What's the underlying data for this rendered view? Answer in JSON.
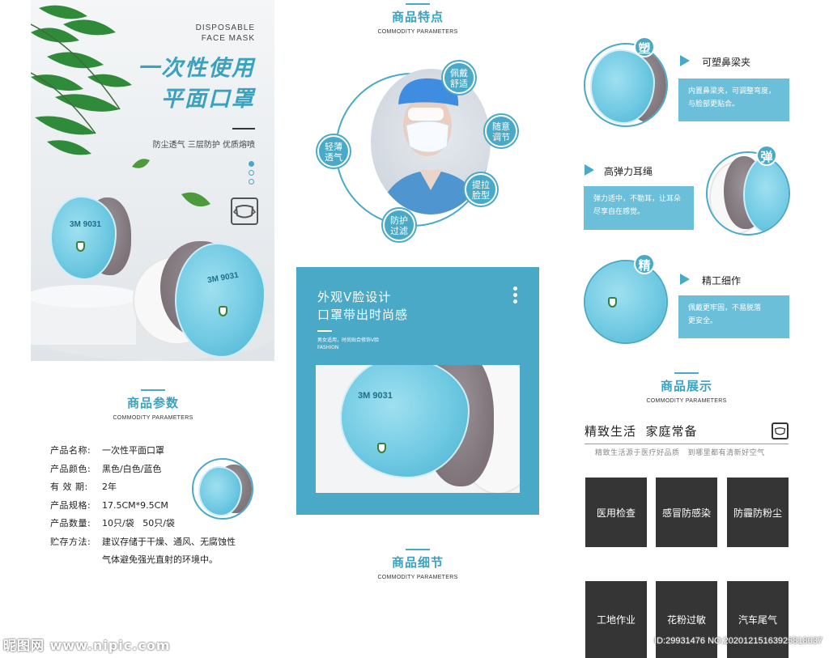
{
  "hero": {
    "en_line1": "DISPOSABLE",
    "en_line2": "FACE MASK",
    "title_line1": "一次性使用",
    "title_line2": "平面口罩",
    "subtitle": "防尘透气 三层防护 优质熔喷",
    "product_print": "3M 9031",
    "icon": "face-mask-icon"
  },
  "params_section": {
    "title": "商品参数",
    "en": "COMMODITY PARAMETERS",
    "rows": [
      {
        "label": "产品名称:",
        "value": "一次性平面口罩"
      },
      {
        "label": "产品颜色:",
        "value": "黑色/白色/蓝色"
      },
      {
        "label": "有 效 期:",
        "value": "2年"
      },
      {
        "label": "产品规格:",
        "value": "17.5CM*9.5CM"
      },
      {
        "label": "产品数量:",
        "value": "10只/袋   50只/袋"
      },
      {
        "label": "贮存方法:",
        "value": "建议存储于干燥、通风、无腐蚀性",
        "value2": "气体避免强光直射的环境中。"
      }
    ]
  },
  "features_section": {
    "title": "商品特点",
    "en": "COMMODITY PARAMETERS",
    "bubbles": [
      {
        "line1": "佩戴",
        "line2": "舒适"
      },
      {
        "line1": "随意",
        "line2": "调节"
      },
      {
        "line1": "提拉",
        "line2": "脸型"
      },
      {
        "line1": "防护",
        "line2": "过滤"
      },
      {
        "line1": "轻薄",
        "line2": "透气"
      }
    ]
  },
  "v_design": {
    "title_line1": "外观V脸设计",
    "title_line2": "口罩带出时尚感",
    "sub_line1": "男女适用，时尚贴合修饰V脸",
    "sub_line2": "FASHION",
    "product_print": "3M 9031"
  },
  "details_section": {
    "title": "商品细节",
    "en": "COMMODITY PARAMETERS",
    "items": [
      {
        "badge": "塑",
        "title": "可塑鼻梁夹",
        "desc_line1": "内置鼻梁夹，可调整弯度，",
        "desc_line2": "与脸部更贴合。"
      },
      {
        "badge": "弹",
        "title": "高弹力耳绳",
        "desc_line1": "弹力适中，不勒耳，让耳朵",
        "desc_line2": "尽享自在感觉。"
      },
      {
        "badge": "精",
        "title": "精工细作",
        "desc_line1": "佩戴更牢固，不易脱落",
        "desc_line2": "更安全。"
      }
    ]
  },
  "display_section": {
    "title": "商品展示",
    "en": "COMMODITY PARAMETERS",
    "headline": "精致生活  家庭常备",
    "subline": "精致生活源于医疗好品质   到哪里都有清新好空气",
    "icon": "face-mask-icon",
    "tiles": [
      "医用检查",
      "感冒防感染",
      "防霾防粉尘",
      "工地作业",
      "花粉过敏",
      "汽车尾气"
    ]
  },
  "watermark": {
    "left": "昵图网 www.nipic.com",
    "right": "ID:29931476 NO:20201215163925818037"
  },
  "colors": {
    "accent": "#49a9c6",
    "title_blue": "#3aa1bf",
    "tile_dark": "#353535",
    "box_blue": "#6cbfd9"
  }
}
